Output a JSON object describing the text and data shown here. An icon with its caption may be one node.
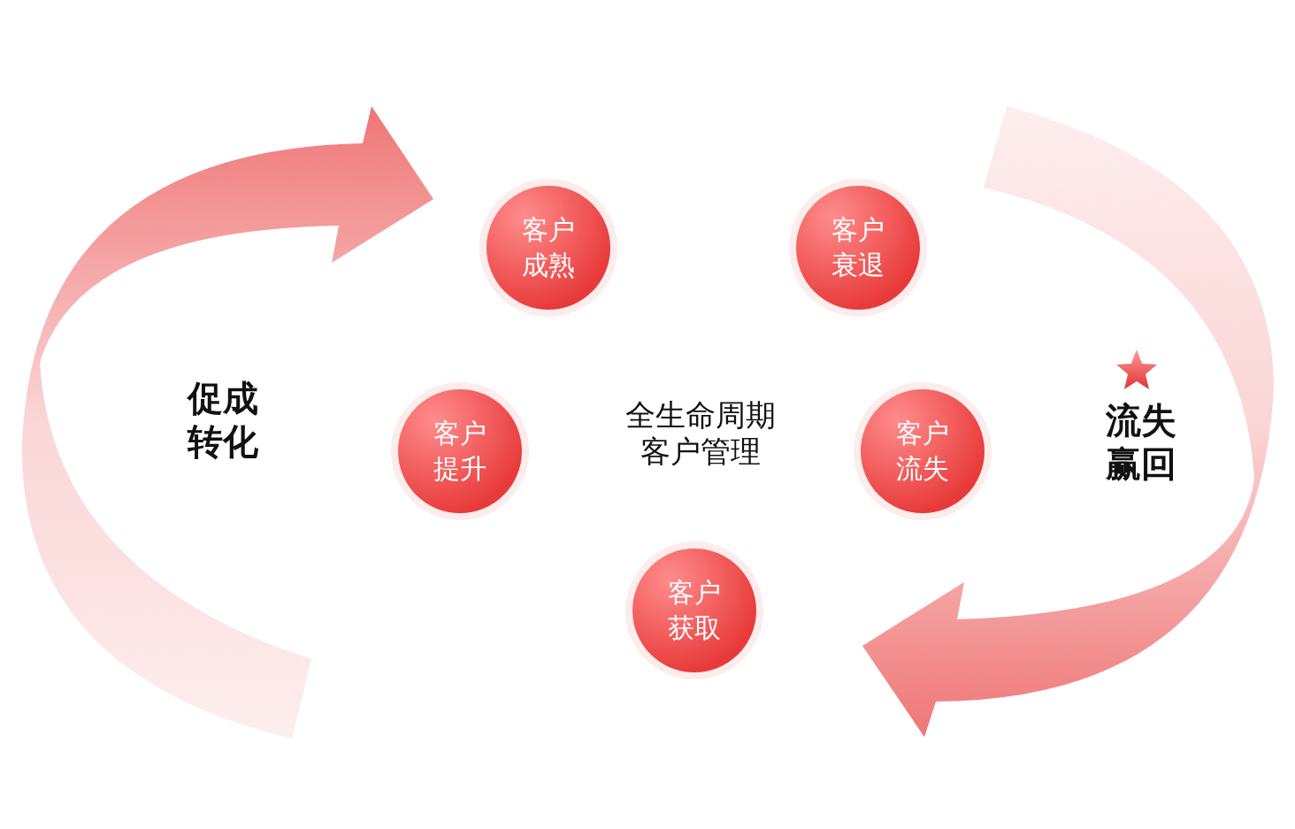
{
  "diagram": {
    "nodes": [
      {
        "text": [
          "客户成熟"
        ]
      },
      {
        "text": [
          "客户衰退"
        ]
      },
      {
        "text": [
          "客户提升"
        ]
      },
      {
        "text": [
          "客户流失"
        ]
      },
      {
        "text": [
          "客户获取"
        ]
      }
    ],
    "labels": [
      "促成转化",
      "全生命周期客户管理",
      "流失赢回"
    ]
  }
}
